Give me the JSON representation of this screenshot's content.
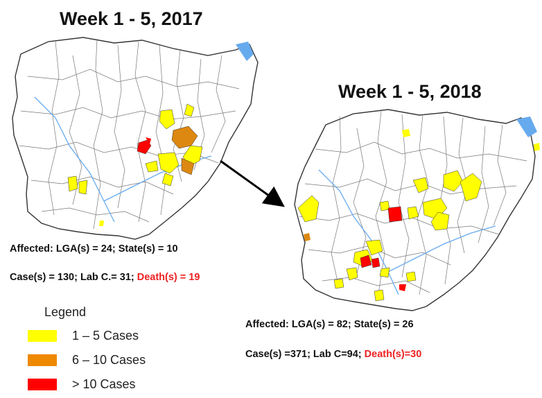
{
  "map_2017": {
    "title": "Week 1 - 5, 2017",
    "affected_label": "Affected: LGA(s) = 24; State(s) = 10",
    "cases_label": "Case(s) = 130; Lab C.= 31; ",
    "deaths_label": "Death(s) = 19"
  },
  "map_2018": {
    "title": "Week 1 - 5, 2018",
    "affected_label": "Affected: LGA(s) = 82;  State(s) = 26",
    "cases_label": "Case(s) =371; Lab C=94; ",
    "deaths_label": "Death(s)=30"
  },
  "legend": {
    "title": "Legend",
    "items": [
      {
        "label": "1 – 5 Cases",
        "color": "#ffff00"
      },
      {
        "label": "6 – 10 Cases",
        "color": "#ee8800"
      },
      {
        "label": "> 10 Cases",
        "color": "#ff0000"
      }
    ]
  },
  "colors": {
    "low": "#ffff00",
    "medium": "#dd8811",
    "high": "#ff0000",
    "water": "#66aaee",
    "border": "#333333",
    "death_text": "#ee2222"
  }
}
